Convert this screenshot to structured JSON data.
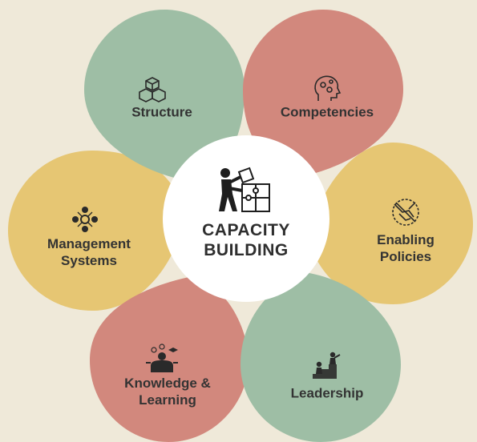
{
  "center": {
    "title": "CAPACITY\nBUILDING",
    "icon": "puzzle-worker-icon"
  },
  "colors": {
    "background": "#efe9d9",
    "green": "#9ebea5",
    "red": "#d2887d",
    "yellow": "#e6c673",
    "center": "#ffffff"
  },
  "petals": [
    {
      "label": "Structure",
      "icon": "cubes-icon"
    },
    {
      "label": "Competencies",
      "icon": "head-gears-icon"
    },
    {
      "label": "Enabling\nPolicies",
      "icon": "handshake-icon"
    },
    {
      "label": "Leadership",
      "icon": "stairs-people-icon"
    },
    {
      "label": "Knowledge &\nLearning",
      "icon": "learner-icon"
    },
    {
      "label": "Management\nSystems",
      "icon": "network-people-icon"
    }
  ]
}
